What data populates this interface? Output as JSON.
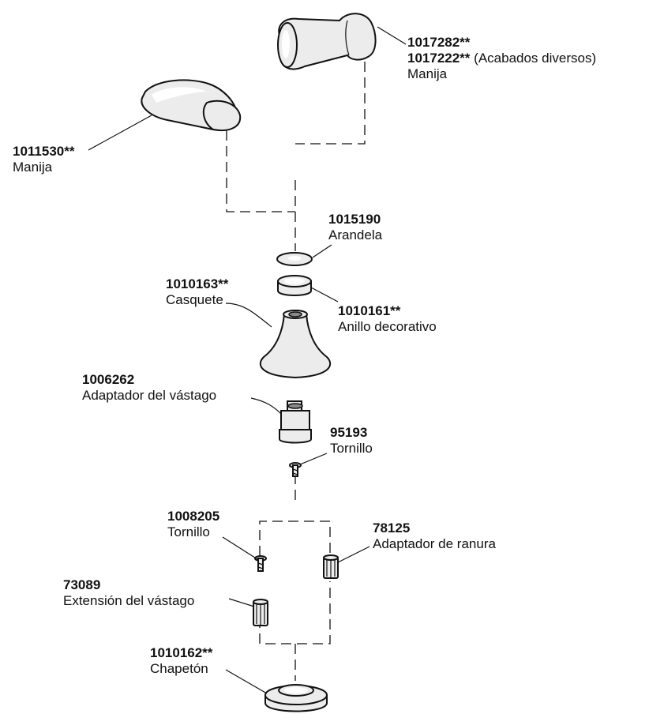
{
  "parts": [
    {
      "id": "handle-lever",
      "number": "1017282**",
      "number2": "1017222**",
      "note": "(Acabados diversos)",
      "name": "Manija"
    },
    {
      "id": "handle-blade",
      "number": "1011530**",
      "name": "Manija"
    },
    {
      "id": "washer",
      "number": "1015190",
      "name": "Arandela"
    },
    {
      "id": "bonnet",
      "number": "1010163**",
      "name": "Casquete"
    },
    {
      "id": "trim-ring",
      "number": "1010161**",
      "name": "Anillo decorativo"
    },
    {
      "id": "stem-adapter",
      "number": "1006262",
      "name": "Adaptador del vástago"
    },
    {
      "id": "screw-95193",
      "number": "95193",
      "name": "Tornillo"
    },
    {
      "id": "screw-1008205",
      "number": "1008205",
      "name": "Tornillo"
    },
    {
      "id": "spline-adapter",
      "number": "78125",
      "name": "Adaptador de ranura"
    },
    {
      "id": "stem-extension",
      "number": "73089",
      "name": "Extensión del vástago"
    },
    {
      "id": "escutcheon",
      "number": "1010162**",
      "name": "Chapetón"
    }
  ]
}
